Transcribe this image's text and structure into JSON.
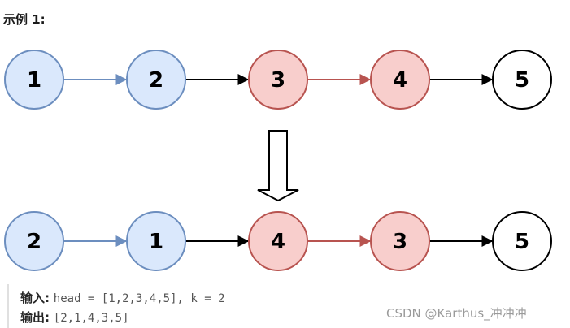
{
  "heading": "示例 1:",
  "colors": {
    "blue_fill": "#dae8fc",
    "blue_stroke": "#6c8ebf",
    "red_fill": "#f8cecc",
    "red_stroke": "#b85450",
    "white_fill": "#ffffff",
    "black_stroke": "#000000"
  },
  "diagram": {
    "before": {
      "nodes": [
        {
          "label": "1",
          "color": "blue"
        },
        {
          "label": "2",
          "color": "blue"
        },
        {
          "label": "3",
          "color": "red"
        },
        {
          "label": "4",
          "color": "red"
        },
        {
          "label": "5",
          "color": "white"
        }
      ],
      "edges": [
        {
          "from": "1",
          "to": "2",
          "color": "blue"
        },
        {
          "from": "2",
          "to": "3",
          "color": "black"
        },
        {
          "from": "3",
          "to": "4",
          "color": "red"
        },
        {
          "from": "4",
          "to": "5",
          "color": "black"
        }
      ]
    },
    "transform_arrow": "down-arrow-icon",
    "after": {
      "nodes": [
        {
          "label": "2",
          "color": "blue"
        },
        {
          "label": "1",
          "color": "blue"
        },
        {
          "label": "4",
          "color": "red"
        },
        {
          "label": "3",
          "color": "red"
        },
        {
          "label": "5",
          "color": "white"
        }
      ],
      "edges": [
        {
          "from": "2",
          "to": "1",
          "color": "blue"
        },
        {
          "from": "1",
          "to": "4",
          "color": "black"
        },
        {
          "from": "4",
          "to": "3",
          "color": "red"
        },
        {
          "from": "3",
          "to": "5",
          "color": "black"
        }
      ]
    }
  },
  "example": {
    "input_label": "输入:",
    "input_value": "head = [1,2,3,4,5], k = 2",
    "output_label": "输出:",
    "output_value": "[2,1,4,3,5]"
  },
  "watermark": "CSDN @Karthus_冲冲冲"
}
